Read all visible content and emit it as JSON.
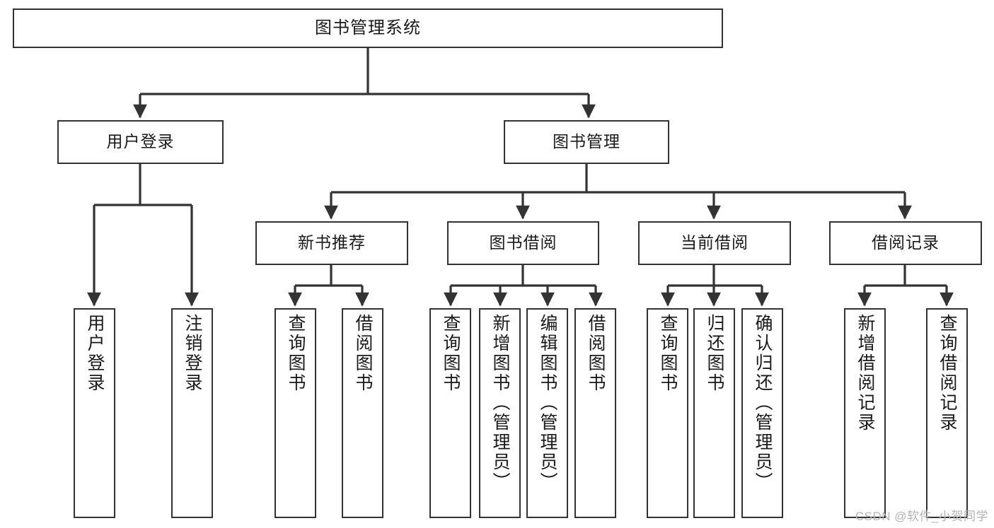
{
  "diagram": {
    "title": "图书管理系统",
    "type": "tree-hierarchy-diagram",
    "colors": {
      "stroke": "#333333",
      "fill": "#ffffff",
      "text": "#1a1a1a",
      "watermark": "#b3b3b3"
    },
    "levels": {
      "root": {
        "label": "图书管理系统"
      },
      "level2": [
        {
          "label": "用户登录"
        },
        {
          "label": "图书管理"
        }
      ],
      "level3": [
        {
          "label": "新书推荐"
        },
        {
          "label": "图书借阅"
        },
        {
          "label": "当前借阅"
        },
        {
          "label": "借阅记录"
        }
      ],
      "leaves": [
        {
          "label": "用户登录",
          "parent": "用户登录"
        },
        {
          "label": "注销登录",
          "parent": "用户登录"
        },
        {
          "label": "查询图书",
          "parent": "新书推荐"
        },
        {
          "label": "借阅图书",
          "parent": "新书推荐"
        },
        {
          "label": "查询图书",
          "parent": "图书借阅"
        },
        {
          "label": "新增图书（管理员）",
          "parent": "图书借阅"
        },
        {
          "label": "编辑图书（管理员）",
          "parent": "图书借阅"
        },
        {
          "label": "借阅图书",
          "parent": "图书借阅"
        },
        {
          "label": "查询图书",
          "parent": "当前借阅"
        },
        {
          "label": "归还图书",
          "parent": "当前借阅"
        },
        {
          "label": "确认归还（管理员）",
          "parent": "当前借阅"
        },
        {
          "label": "新增借阅记录",
          "parent": "借阅记录"
        },
        {
          "label": "查询借阅记录",
          "parent": "借阅记录"
        }
      ]
    }
  },
  "watermark": {
    "text": "CSDN @软件_小贺同学"
  }
}
